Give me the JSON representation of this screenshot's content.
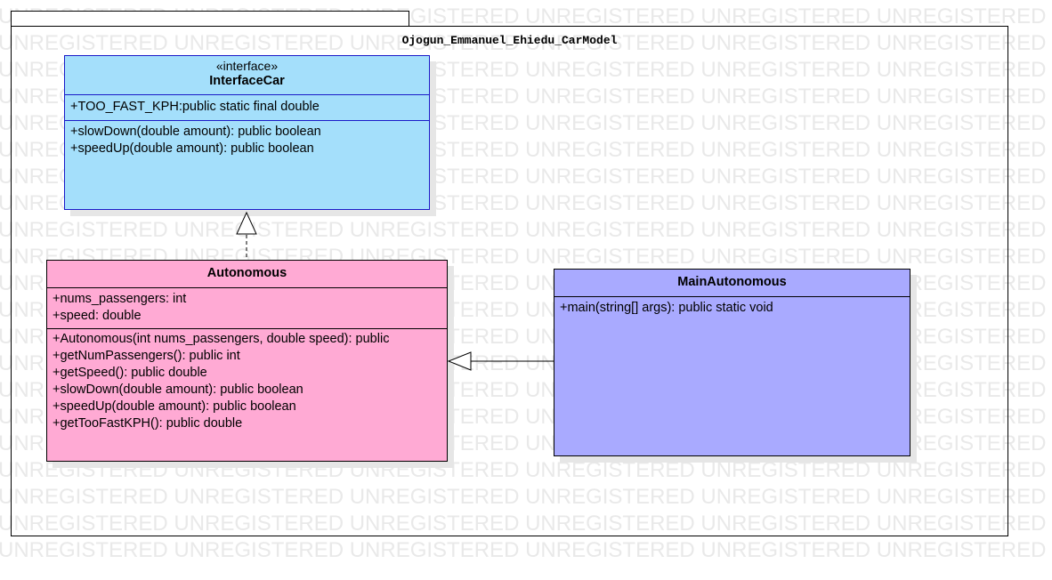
{
  "watermark": {
    "word": "UNREGISTERED",
    "color": "#e9e9e9"
  },
  "package": {
    "title": "Ojogun_Emmanuel_Ehiedu_CarModel"
  },
  "classes": {
    "interface_car": {
      "stereotype": "«interface»",
      "name": "InterfaceCar",
      "fill": "#a4dffb",
      "attributes": [
        "+TOO_FAST_KPH:public static final double"
      ],
      "operations": [
        "+slowDown(double amount): public boolean",
        "+speedUp(double amount): public boolean"
      ]
    },
    "autonomous": {
      "name": "Autonomous",
      "fill": "#ffaad4",
      "attributes": [
        "+nums_passengers: int",
        "+speed: double"
      ],
      "operations": [
        "+Autonomous(int nums_passengers, double speed): public",
        "+getNumPassengers(): public int",
        "+getSpeed(): public double",
        "+slowDown(double amount): public boolean",
        "+speedUp(double amount): public boolean",
        "+getTooFastKPH(): public double"
      ]
    },
    "main_autonomous": {
      "name": "MainAutonomous",
      "fill": "#a9aaff",
      "operations": [
        "+main(string[] args): public static void"
      ]
    }
  },
  "relations": [
    {
      "type": "realization",
      "from": "Autonomous",
      "to": "InterfaceCar"
    },
    {
      "type": "generalization",
      "from": "MainAutonomous",
      "to": "Autonomous"
    }
  ]
}
